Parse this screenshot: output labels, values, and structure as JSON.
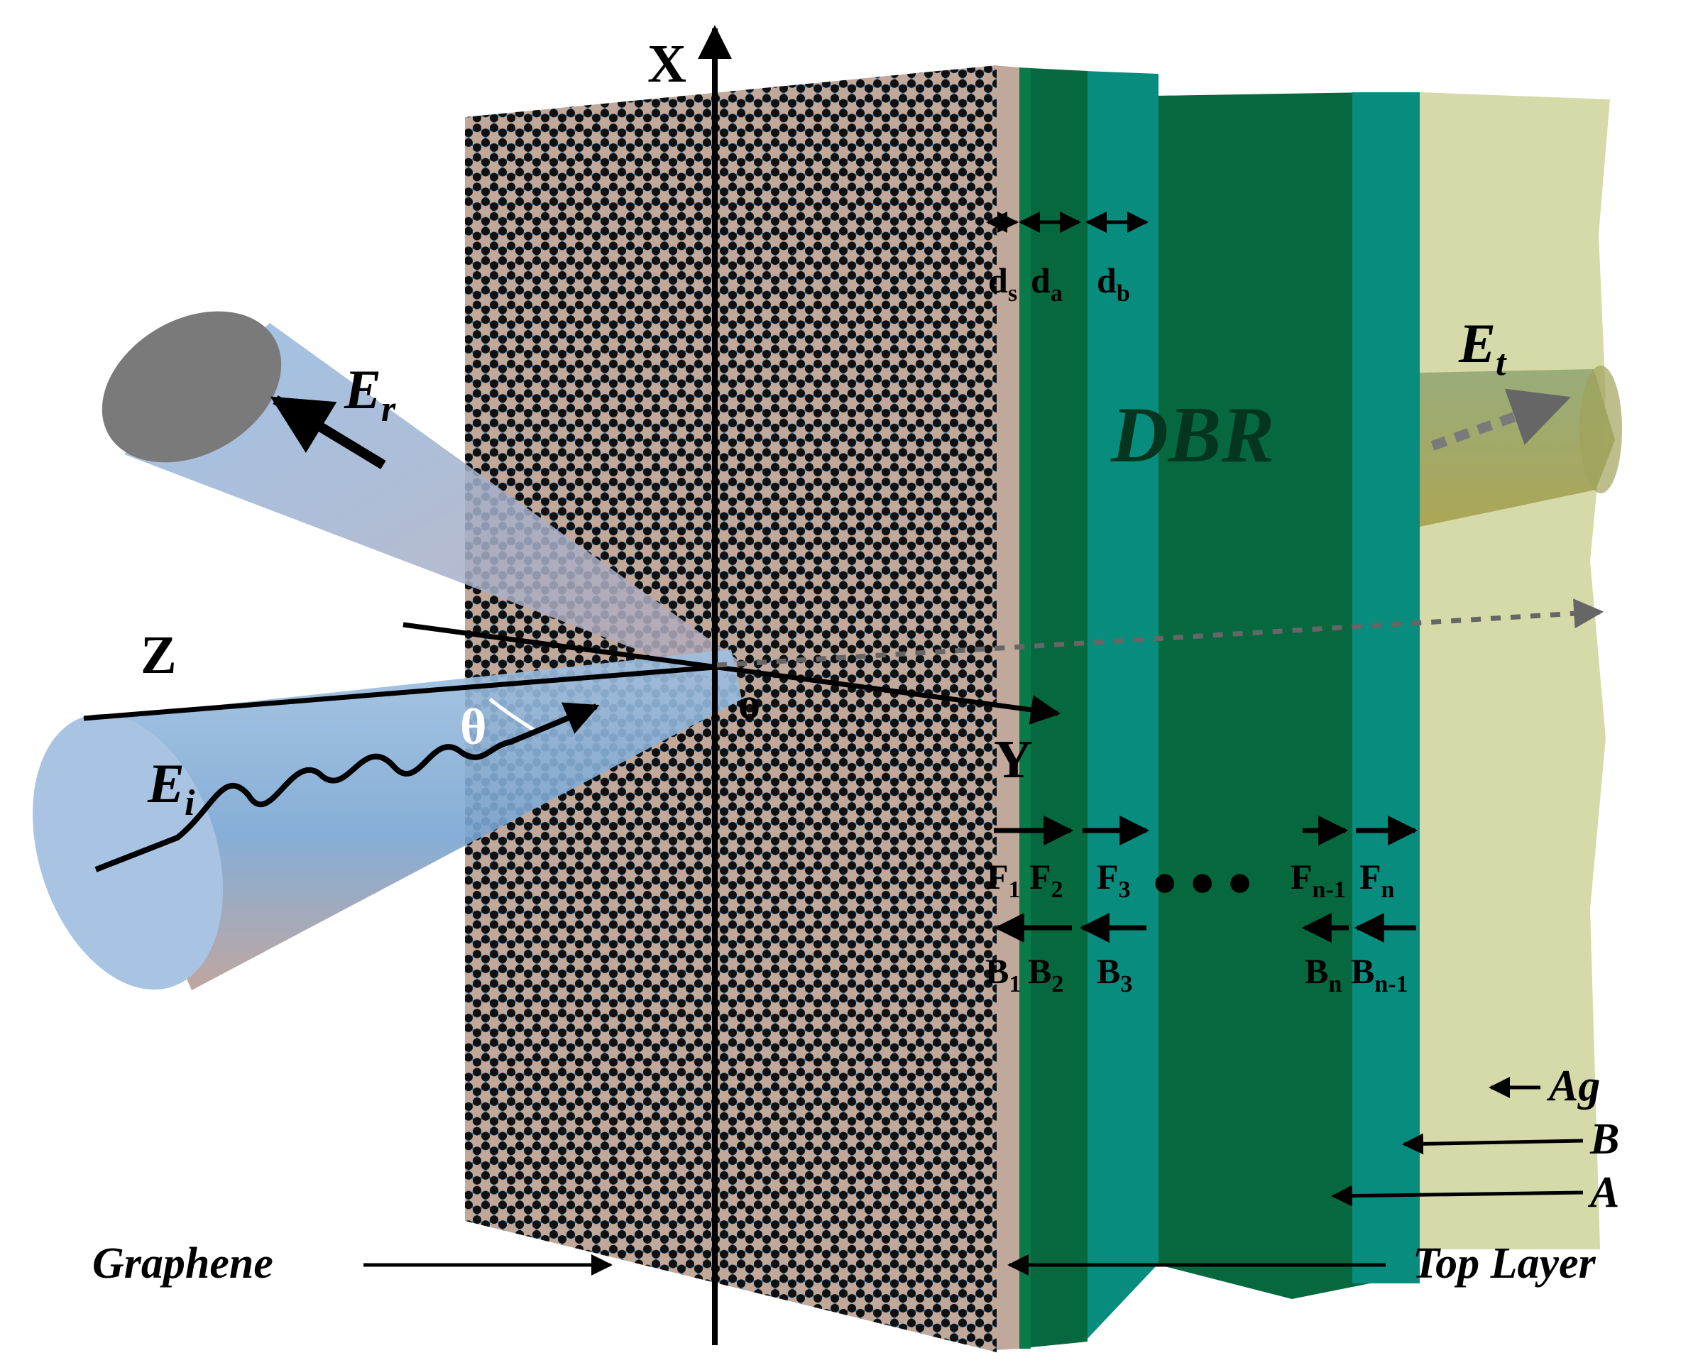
{
  "axes": {
    "x": "X",
    "y": "Y",
    "z": "Z",
    "origin": "o",
    "angle": "θ"
  },
  "fields": {
    "incident": {
      "main": "E",
      "sub": "i"
    },
    "reflected": {
      "main": "E",
      "sub": "r"
    },
    "transmitted": {
      "main": "E",
      "sub": "t"
    }
  },
  "thickness": [
    {
      "main": "d",
      "sub": "s"
    },
    {
      "main": "d",
      "sub": "a"
    },
    {
      "main": "d",
      "sub": "b"
    }
  ],
  "dbr_label": "DBR",
  "forward": [
    {
      "main": "F",
      "sub": "1"
    },
    {
      "main": "F",
      "sub": "2"
    },
    {
      "main": "F",
      "sub": "3"
    },
    {
      "main": "F",
      "sub": "n-1"
    },
    {
      "main": "F",
      "sub": "n"
    }
  ],
  "backward": [
    {
      "main": "B",
      "sub": "1"
    },
    {
      "main": "B",
      "sub": "2"
    },
    {
      "main": "B",
      "sub": "3"
    },
    {
      "main": "B",
      "sub": "n"
    },
    {
      "main": "B",
      "sub": "n-1"
    }
  ],
  "ellipsis": "● ● ●",
  "layers": {
    "ag": "Ag",
    "b": "B",
    "a": "A",
    "top": "Top Layer",
    "graphene": "Graphene"
  },
  "colors": {
    "substrate": "#c0a89b",
    "layer_a": "#05683f",
    "layer_b": "#078c7d",
    "silver": "#d6d9a8",
    "beam": "#6c9fce",
    "lattice_bond": "#2a86c5",
    "atom": "#101010"
  }
}
